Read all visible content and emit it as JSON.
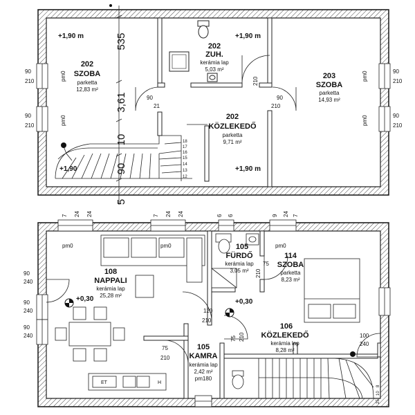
{
  "upper_floor": {
    "dims": {
      "d535": "535",
      "d361": "3,61",
      "d10": "10",
      "d90": "90",
      "d5": "5"
    },
    "rooms": [
      {
        "id": "room-202-szoba",
        "number": "202",
        "name": "SZOBA",
        "finish": "parketta",
        "area": "12,83 m²"
      },
      {
        "id": "room-202-zuh",
        "number": "202",
        "name": "ZUH.",
        "finish": "kerámia lap",
        "area": "5,03 m²"
      },
      {
        "id": "room-203-szoba",
        "number": "203",
        "name": "SZOBA",
        "finish": "parketta",
        "area": "14,93 m²"
      },
      {
        "id": "room-202-kozlekedo",
        "number": "202",
        "name": "KÖZLEKEDŐ",
        "finish": "parketta",
        "area": "9,71 m²"
      }
    ],
    "levels": [
      "+1,90 m",
      "+1,90 m",
      "+1,90",
      "+1,90 m"
    ],
    "window_labels": [
      "90",
      "210",
      "90",
      "210",
      "90",
      "210",
      "90",
      "210"
    ],
    "pm_labels": [
      "pm0",
      "pm0",
      "pm0",
      "pm0"
    ],
    "door_labels": [
      "90",
      "21",
      "90",
      "210",
      "210"
    ]
  },
  "lower_floor": {
    "top_dims": [
      "7",
      "24",
      "24",
      "7",
      "24",
      "24",
      "6",
      "6",
      "9",
      "24",
      "7"
    ],
    "rooms": [
      {
        "id": "room-108-nappali",
        "number": "108",
        "name": "NAPPALI",
        "finish": "kerámia lap",
        "area": "25,28 m²"
      },
      {
        "id": "room-105-furdo",
        "number": "105",
        "name": "FÜRDŐ",
        "finish": "kerámia lap",
        "area": "3,05 m²"
      },
      {
        "id": "room-114-szoba",
        "number": "114",
        "name": "SZOBA",
        "finish": "parketta",
        "area": "8,23 m²"
      },
      {
        "id": "room-106-kozlekedo",
        "number": "106",
        "name": "KÖZLEKEDŐ",
        "finish": "kerámia lap",
        "area": "8,28 m²"
      },
      {
        "id": "room-105-kamra",
        "number": "105",
        "name": "KAMRA",
        "finish": "kerámia lap",
        "area": "2,42 m²",
        "extra": "pm180"
      }
    ],
    "levels": [
      "+0,30",
      "+0,30"
    ],
    "pm_labels": [
      "pm0",
      "pm0",
      "pm0"
    ],
    "side_labels": [
      "90",
      "240",
      "90",
      "240",
      "90",
      "240"
    ],
    "door_labels": [
      "75",
      "210",
      "120",
      "210",
      "75",
      "210",
      "100",
      "240",
      "75",
      "210"
    ],
    "stair_labels": [
      "8",
      "10",
      "25"
    ],
    "fixtures": {
      "et": "ET",
      "h": "H"
    }
  }
}
